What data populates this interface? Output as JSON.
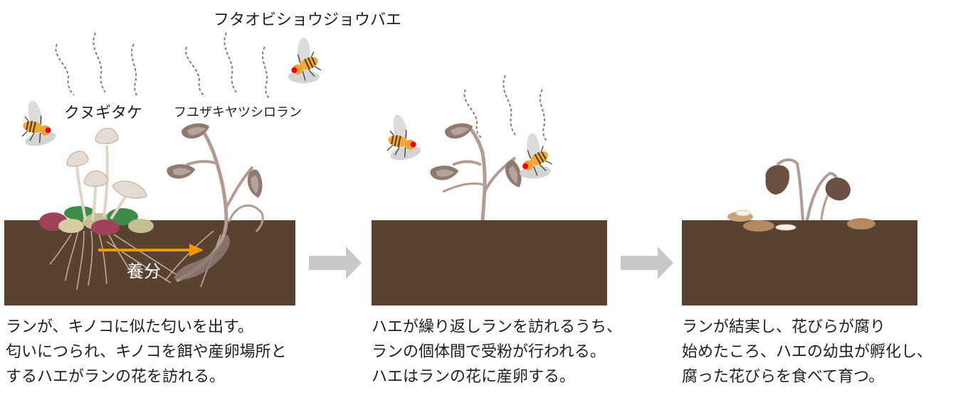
{
  "labels": {
    "fly": "フタオビショウジョウバエ",
    "mushroom": "クヌギタケ",
    "orchid": "フユザキヤツシロラン",
    "nutrient": "養分"
  },
  "captions": [
    [
      "ランが、キノコに似た匂いを出す。",
      "匂いにつられ、キノコを餌や産卵場所と",
      "するハエがランの花を訪れる。"
    ],
    [
      "ハエが繰り返しランを訪れるうち、",
      "ランの個体間で受粉が行われる。",
      "ハエはランの花に産卵する。"
    ],
    [
      "ランが結実し、花びらが腐り",
      "始めたころ、ハエの幼虫が孵化し、",
      "腐った花びらを食べて育つ。"
    ]
  ],
  "colors": {
    "soil": "#5a4232",
    "stem": "#b39a92",
    "flower": "#8e7a70",
    "cap": "#e6dbd2",
    "arrow": "#c8c8c8",
    "nutrient_arrow": "#f39800",
    "fly_body": "#f4a83a",
    "fly_eye": "#e60012",
    "wing": "#dcdcdc"
  }
}
